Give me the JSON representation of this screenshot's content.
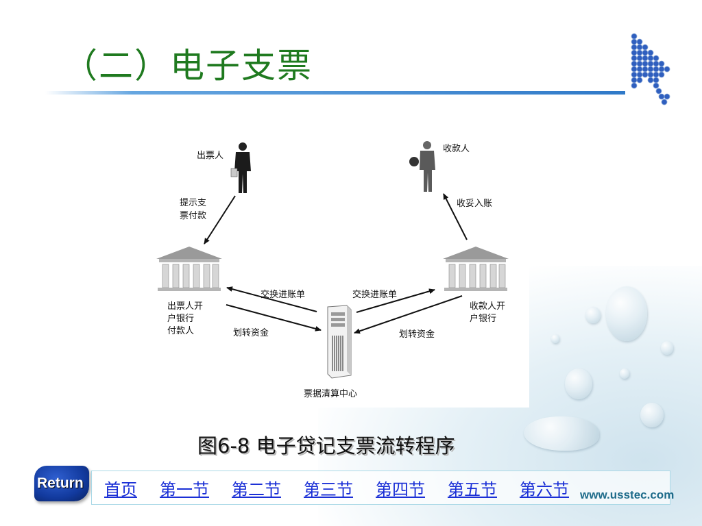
{
  "title": "（二）电子支票",
  "diagram": {
    "drawer": "出票人",
    "payee": "收款人",
    "step_present": [
      "提示支",
      "票付款"
    ],
    "step_collect": "收妥入账",
    "drawer_bank": [
      "出票人开",
      "户银行",
      "付款人"
    ],
    "payee_bank": [
      "收款人开",
      "户银行"
    ],
    "exchange_left": "交换进账单",
    "exchange_right": "交换进账单",
    "transfer_left": "划转资金",
    "transfer_right": "划转资金",
    "clearing_center": "票据清算中心"
  },
  "caption": "图6-8  电子贷记支票流转程序",
  "return_label": "Return",
  "nav": [
    "首页",
    "第一节",
    "第二节",
    "第三节",
    "第四节",
    "第五节",
    "第六节"
  ],
  "watermark": "www.usstec.com",
  "colors": {
    "title": "#1f7a1f",
    "rule": "#2f79c8",
    "nav_link": "#1a2fd6",
    "return_button": "#123a9e"
  }
}
